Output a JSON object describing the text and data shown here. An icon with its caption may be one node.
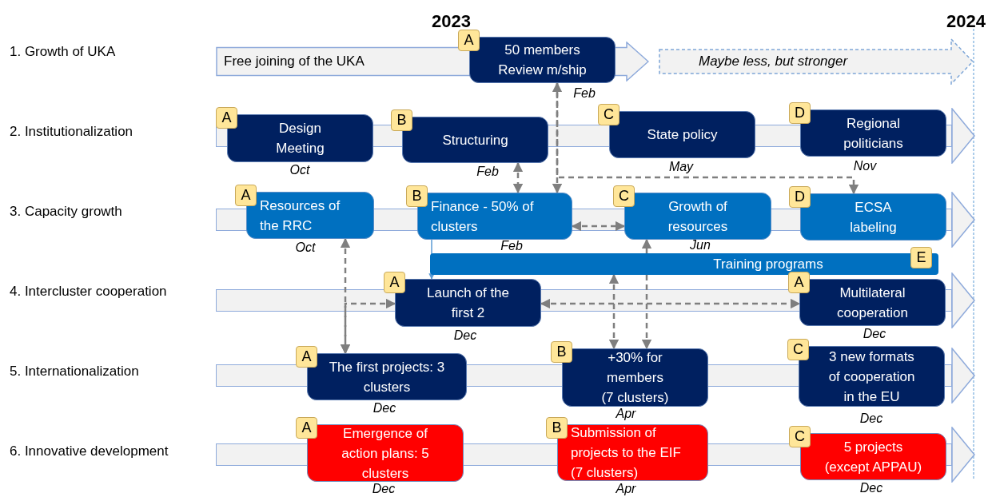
{
  "diagram": {
    "nodes": [
      {
        "text": [
          "Free joining of the UKA"
        ]
      },
      {
        "text": [
          "A",
          "50 members Review m/ship"
        ],
        "beside": [
          "Feb"
        ]
      },
      {
        "text": [
          "Maybe less, but stronger"
        ]
      },
      {
        "text": [
          "A",
          "Design Meeting"
        ],
        "beside": [
          "Oct"
        ]
      },
      {
        "text": [
          "B",
          "Structuring"
        ],
        "beside": [
          "Feb"
        ]
      },
      {
        "text": [
          "C",
          "State policy"
        ],
        "beside": [
          "May"
        ]
      },
      {
        "text": [
          "D",
          "Regional politicians"
        ],
        "beside": [
          "Nov"
        ]
      },
      {
        "text": [
          "A",
          "Resources of the RRC"
        ],
        "beside": [
          "Oct"
        ]
      },
      {
        "text": [
          "B",
          "Finance - 50% of clusters"
        ],
        "beside": [
          "Feb"
        ]
      },
      {
        "text": [
          "C",
          "Growth of resources"
        ],
        "beside": [
          "Jun"
        ]
      },
      {
        "text": [
          "D",
          "ECSA labeling"
        ]
      },
      {
        "text": [
          "Training programs",
          "E"
        ]
      },
      {
        "text": [
          "A",
          "Launch of the first 2"
        ],
        "beside": [
          "Dec"
        ]
      },
      {
        "text": [
          "A",
          "Multilateral cooperation"
        ],
        "beside": [
          "Dec"
        ]
      },
      {
        "text": [
          "A",
          "The first projects: 3 clusters"
        ],
        "beside": [
          "Dec"
        ]
      },
      {
        "text": [
          "B",
          "+30% for members (7 clusters)"
        ],
        "beside": [
          "Apr"
        ]
      },
      {
        "text": [
          "C",
          "3 new formats of cooperation in the EU"
        ],
        "beside": [
          "Dec"
        ]
      },
      {
        "text": [
          "A",
          "Emergence of action plans: 5 clusters"
        ],
        "beside": [
          "Dec"
        ]
      },
      {
        "text": [
          "B",
          "Submission of projects to the EIF (7 clusters)"
        ],
        "beside": [
          "Apr"
        ]
      },
      {
        "text": [
          "C",
          "5 projects (except APPAU)"
        ],
        "beside": [
          "Dec"
        ]
      }
    ],
    "edges": [
      {
        "from": 8,
        "to": 1,
        "arrow": "both",
        "style": "dashed"
      },
      {
        "from": 1,
        "to": 10,
        "arrow": "to",
        "style": "dashed"
      },
      {
        "from": 4,
        "to": 8,
        "arrow": "both",
        "style": "dashed"
      },
      {
        "from": 8,
        "to": 9,
        "arrow": "both",
        "style": "dashed"
      },
      {
        "from": 7,
        "to": 14,
        "arrow": "both",
        "style": "dashed"
      },
      {
        "from": 12,
        "to": 14,
        "arrow": "both",
        "style": "dashed"
      },
      {
        "from": 12,
        "to": 13,
        "arrow": "both",
        "style": "dashed"
      },
      {
        "from": 11,
        "to": 15,
        "arrow": "both",
        "style": "dashed"
      },
      {
        "from": 11,
        "to": 9,
        "arrow": "to",
        "style": "dashed"
      },
      {
        "from": 8,
        "to": 12,
        "arrow": "to",
        "color": "#5b9bd5"
      },
      {
        "from": 11,
        "to": 15,
        "arrow": "to",
        "style": "dashed"
      }
    ],
    "labels": [
      "2023",
      "2024",
      "1. Growth of UKA",
      "2. Institutionalization",
      "3. Capacity growth",
      "4. Intercluster cooperation",
      "5. Internationalization",
      "6. Innovative development"
    ]
  }
}
